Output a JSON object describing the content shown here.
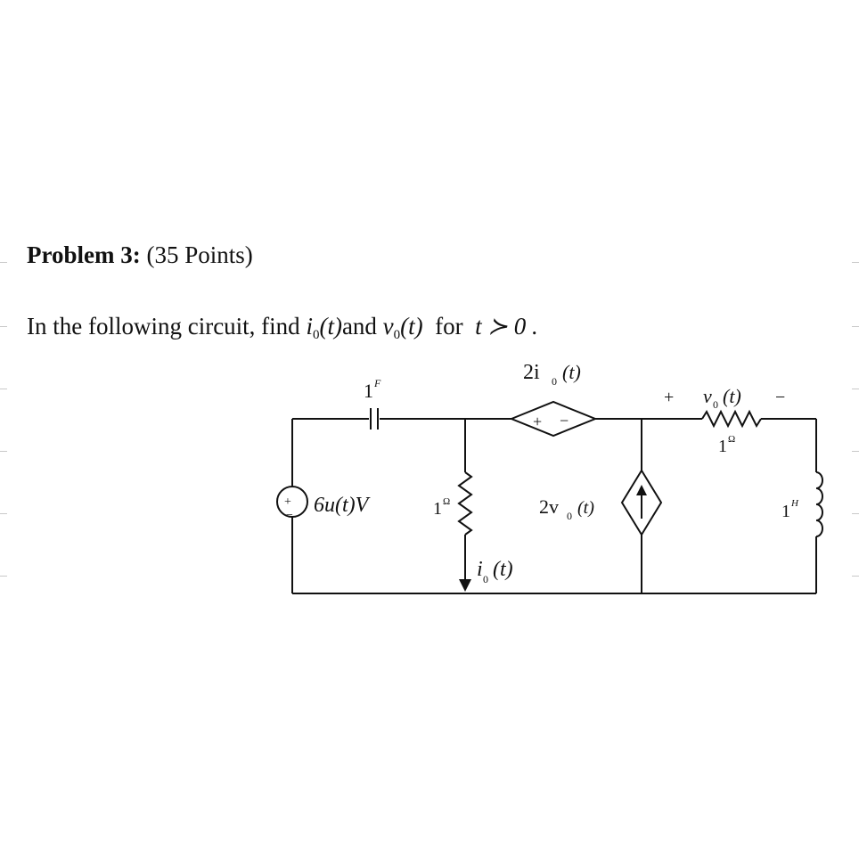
{
  "problem": {
    "label": "Problem 3:",
    "points": "(35 Points)",
    "statement_lead": "In the following circuit, find ",
    "statement_i_symbol": "i",
    "statement_i_sub": "0",
    "statement_i_arg": "(t)",
    "statement_and": "and",
    "statement_v_symbol": "v",
    "statement_v_sub": "0",
    "statement_v_arg": "(t)",
    "statement_for": "for",
    "statement_condition": "t ≻ 0 ."
  },
  "circuit": {
    "capacitor_label": "1",
    "capacitor_unit": "F",
    "source_label": "6u(t)V",
    "resistor_shunt_label": "1",
    "resistor_shunt_unit": "Ω",
    "current_label": "i",
    "current_sub": "0",
    "current_arg": "(t)",
    "ccvs_label": "2i",
    "ccvs_sub": "0",
    "ccvs_arg": "(t)",
    "ccvs_plus": "+",
    "ccvs_minus": "−",
    "vccs_label": "2v",
    "vccs_sub": "0",
    "vccs_arg": "(t)",
    "vo_plus": "+",
    "vo_label": "v",
    "vo_sub": "0",
    "vo_arg": "(t)",
    "vo_minus": "−",
    "resistor_series_label": "1",
    "resistor_series_unit": "Ω",
    "inductor_label": "1",
    "inductor_unit": "H",
    "source_plus": "+",
    "source_minus": "−"
  }
}
